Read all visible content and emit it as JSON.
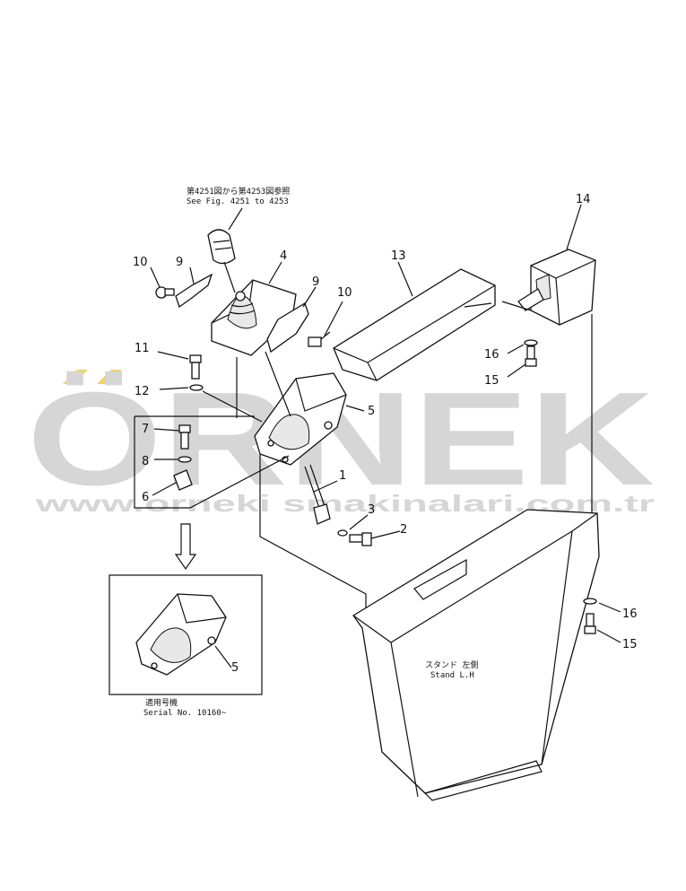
{
  "watermark": {
    "brand": "ÖRNEK",
    "url": "www.orneki smakinalari.com.tr",
    "accent_color": "#f2c84b",
    "text_color": "#cfcfcf"
  },
  "notes": {
    "ref_jp": "第4251図から第4253図参照",
    "ref_en": "See Fig. 4251  to  4253",
    "stand_jp": "スタンド 左側",
    "stand_en": "Stand L.H",
    "serial_jp": "適用号機",
    "serial_en": "Serial No. 10160~"
  },
  "callouts": {
    "c1": "1",
    "c2": "2",
    "c3": "3",
    "c4": "4",
    "c5a": "5",
    "c5b": "5",
    "c6": "6",
    "c7": "7",
    "c8": "8",
    "c9a": "9",
    "c9b": "9",
    "c10a": "10",
    "c10b": "10",
    "c11": "11",
    "c12": "12",
    "c13": "13",
    "c14": "14",
    "c15a": "15",
    "c15b": "15",
    "c16a": "16",
    "c16b": "16"
  }
}
